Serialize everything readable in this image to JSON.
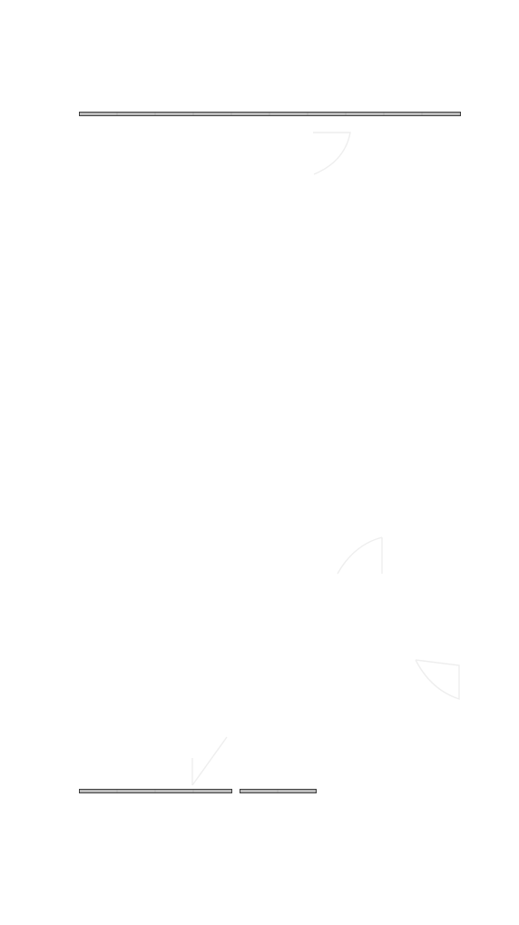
{
  "loading_screen": {
    "bars": [
      {
        "name": "top-loading-bar"
      },
      {
        "name": "bottom-loading-bar-primary"
      },
      {
        "name": "bottom-loading-bar-secondary"
      }
    ]
  },
  "colors": {
    "background": "#ffffff",
    "bar_fill": "#b9b9b9",
    "bar_border": "#3f3f3f",
    "faint_decoration": "#eeeeee"
  }
}
